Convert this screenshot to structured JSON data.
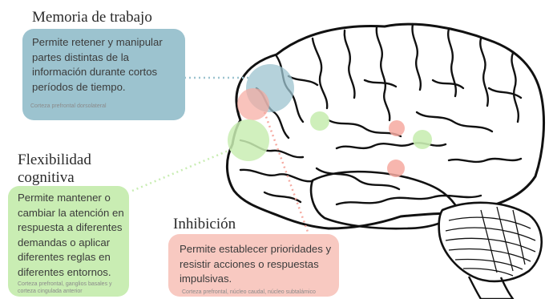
{
  "working_memory": {
    "title": "Memoria de trabajo",
    "text": "Permite retener y manipular partes distintas de la información durante cortos períodos de tiempo.",
    "region": "Corteza prefrontal dorsolateral",
    "color": "#9cc3cf"
  },
  "flexibility": {
    "title_line1": "Flexibilidad",
    "title_line2": "cognitiva",
    "text": "Permite mantener o cambiar la atención en respuesta a diferentes demandas o aplicar diferentes reglas en diferentes entornos.",
    "region": "Corteza prefrontal, ganglios basales y corteza cingulada anterior",
    "color": "#c9edb3"
  },
  "inhibition": {
    "title": "Inhibición",
    "text": "Permite establecer prioridades y resistir acciones o respuestas impulsivas.",
    "region": "Corteza prefrontal, núcleo caudal, núcleo subtalámico",
    "color": "#f8c9c1"
  }
}
